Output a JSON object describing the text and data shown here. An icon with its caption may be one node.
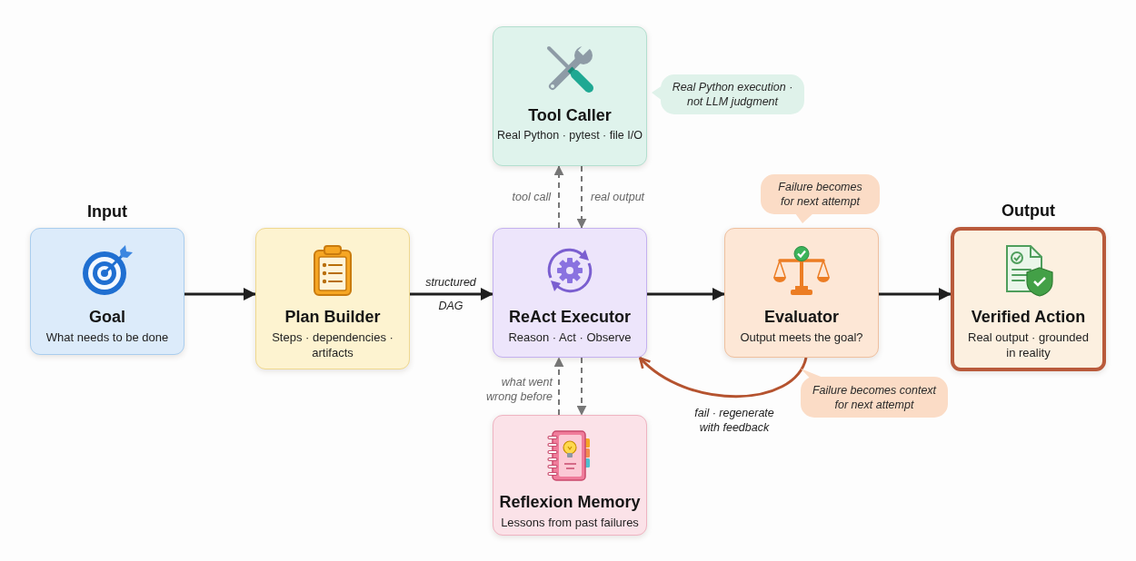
{
  "diagram": {
    "nodes": [
      {
        "text": [
          "Tool Caller",
          "Real Python · pytest · file I/O"
        ]
      },
      {
        "text": [
          "Real Python execution · not LLM judgment"
        ]
      },
      {
        "text": [
          "Failure becomes for next attempt"
        ]
      },
      {
        "text": [
          "Input",
          "Goal",
          "What needs to be done"
        ]
      },
      {
        "text": [
          "Plan Builder",
          "Steps · dependencies · artifacts"
        ]
      },
      {
        "text": [
          "ReAct Executor",
          "Reason · Act · Observe"
        ]
      },
      {
        "text": [
          "Evaluator",
          "Output meets the goal?"
        ]
      },
      {
        "text": [
          "Output",
          "Verified Action",
          "Real output · grounded in reality"
        ]
      },
      {
        "text": [
          "Failure becomes context for next attempt"
        ]
      },
      {
        "text": [
          "Reflexion Memory",
          "Lessons from past failures"
        ]
      }
    ],
    "edges": [
      {
        "from": 3,
        "to": 4,
        "arrow": "to"
      },
      {
        "from": 4,
        "to": 5,
        "arrow": "to",
        "label": "structured DAG"
      },
      {
        "from": 5,
        "to": 0,
        "arrow": "to",
        "label": "tool call",
        "style": "dashed",
        "color": "#777777"
      },
      {
        "from": 0,
        "to": 5,
        "arrow": "to",
        "label": "real output",
        "style": "dashed",
        "color": "#777777"
      },
      {
        "from": 9,
        "to": 5,
        "arrow": "to",
        "label": "what went wrong before",
        "style": "dashed",
        "color": "#777777"
      },
      {
        "from": 5,
        "to": 9,
        "arrow": "to",
        "style": "dashed",
        "color": "#777777"
      },
      {
        "from": 5,
        "to": 6,
        "arrow": "to"
      },
      {
        "from": 6,
        "to": 7,
        "arrow": "to"
      },
      {
        "from": 6,
        "to": 5,
        "arrow": "to",
        "label": "fail · regenerate with feedback",
        "color": "#b5532f"
      }
    ]
  }
}
